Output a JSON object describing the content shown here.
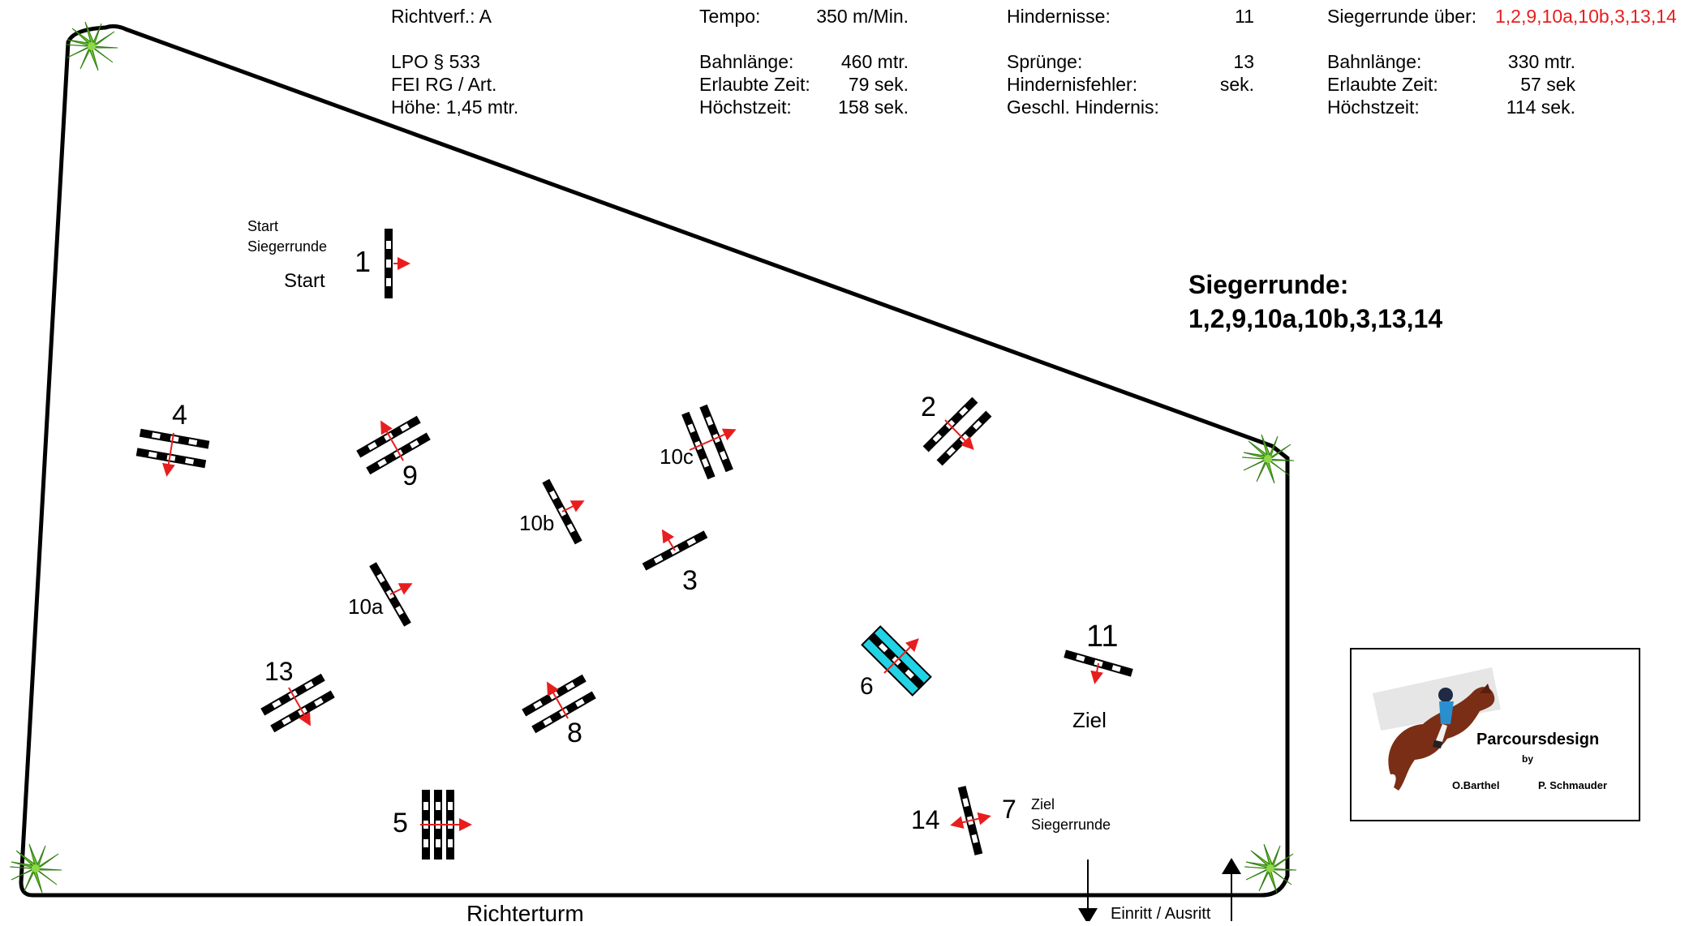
{
  "header": {
    "col1": {
      "richtverf": "Richtverf.: A",
      "lpo": "LPO § 533",
      "fei": "FEI RG / Art.",
      "hoehe": "Höhe: 1,45 mtr."
    },
    "col2": {
      "tempo_label": "Tempo:",
      "tempo_value": "350 m/Min.",
      "bahnlaenge_label": "Bahnlänge:",
      "bahnlaenge_value": "460 mtr.",
      "zeit_label": "Erlaubte Zeit:",
      "zeit_value": "79 sek.",
      "hoechst_label": "Höchstzeit:",
      "hoechst_value": "158 sek."
    },
    "col3": {
      "hindernisse_label": "Hindernisse:",
      "hindernisse_value": "11",
      "spruenge_label": "Sprünge:",
      "spruenge_value": "13",
      "fehler_label": "Hindernisfehler:",
      "fehler_value": "sek.",
      "geschl_label": "Geschl. Hindernis:"
    },
    "col4": {
      "sieger_label": "Siegerrunde über:",
      "sieger_value": "1,2,9,10a,10b,3,13,14",
      "bahnlaenge_label": "Bahnlänge:",
      "bahnlaenge_value": "330 mtr.",
      "zeit_label": "Erlaubte Zeit:",
      "zeit_value": "57 sek",
      "hoechst_label": "Höchstzeit:",
      "hoechst_value": "114 sek."
    }
  },
  "siegerrunde": {
    "title": "Siegerrunde:",
    "list": "1,2,9,10a,10b,3,13,14"
  },
  "arena_labels": {
    "start_sieger_1": "Start",
    "start_sieger_2": "Siegerrunde",
    "start": "Start",
    "ziel": "Ziel",
    "ziel_sieger_1": "Ziel",
    "ziel_sieger_2": "Siegerrunde",
    "richterturm": "Richterturm",
    "einritt": "Einritt / Ausritt"
  },
  "obstacles": {
    "o1": "1",
    "o2": "2",
    "o3": "3",
    "o4": "4",
    "o5": "5",
    "o6": "6",
    "o7": "7",
    "o8": "8",
    "o9": "9",
    "o10a": "10a",
    "o10b": "10b",
    "o10c": "10c",
    "o11": "11",
    "o13": "13",
    "o14": "14"
  },
  "logo": {
    "title": "Parcoursdesign",
    "by": "by",
    "name1": "O.Barthel",
    "name2": "P. Schmauder"
  },
  "colors": {
    "arrow": "#e81e1e",
    "water": "#22d3e6",
    "plant": "#5fbf1e",
    "red_text": "#e81e1e"
  }
}
